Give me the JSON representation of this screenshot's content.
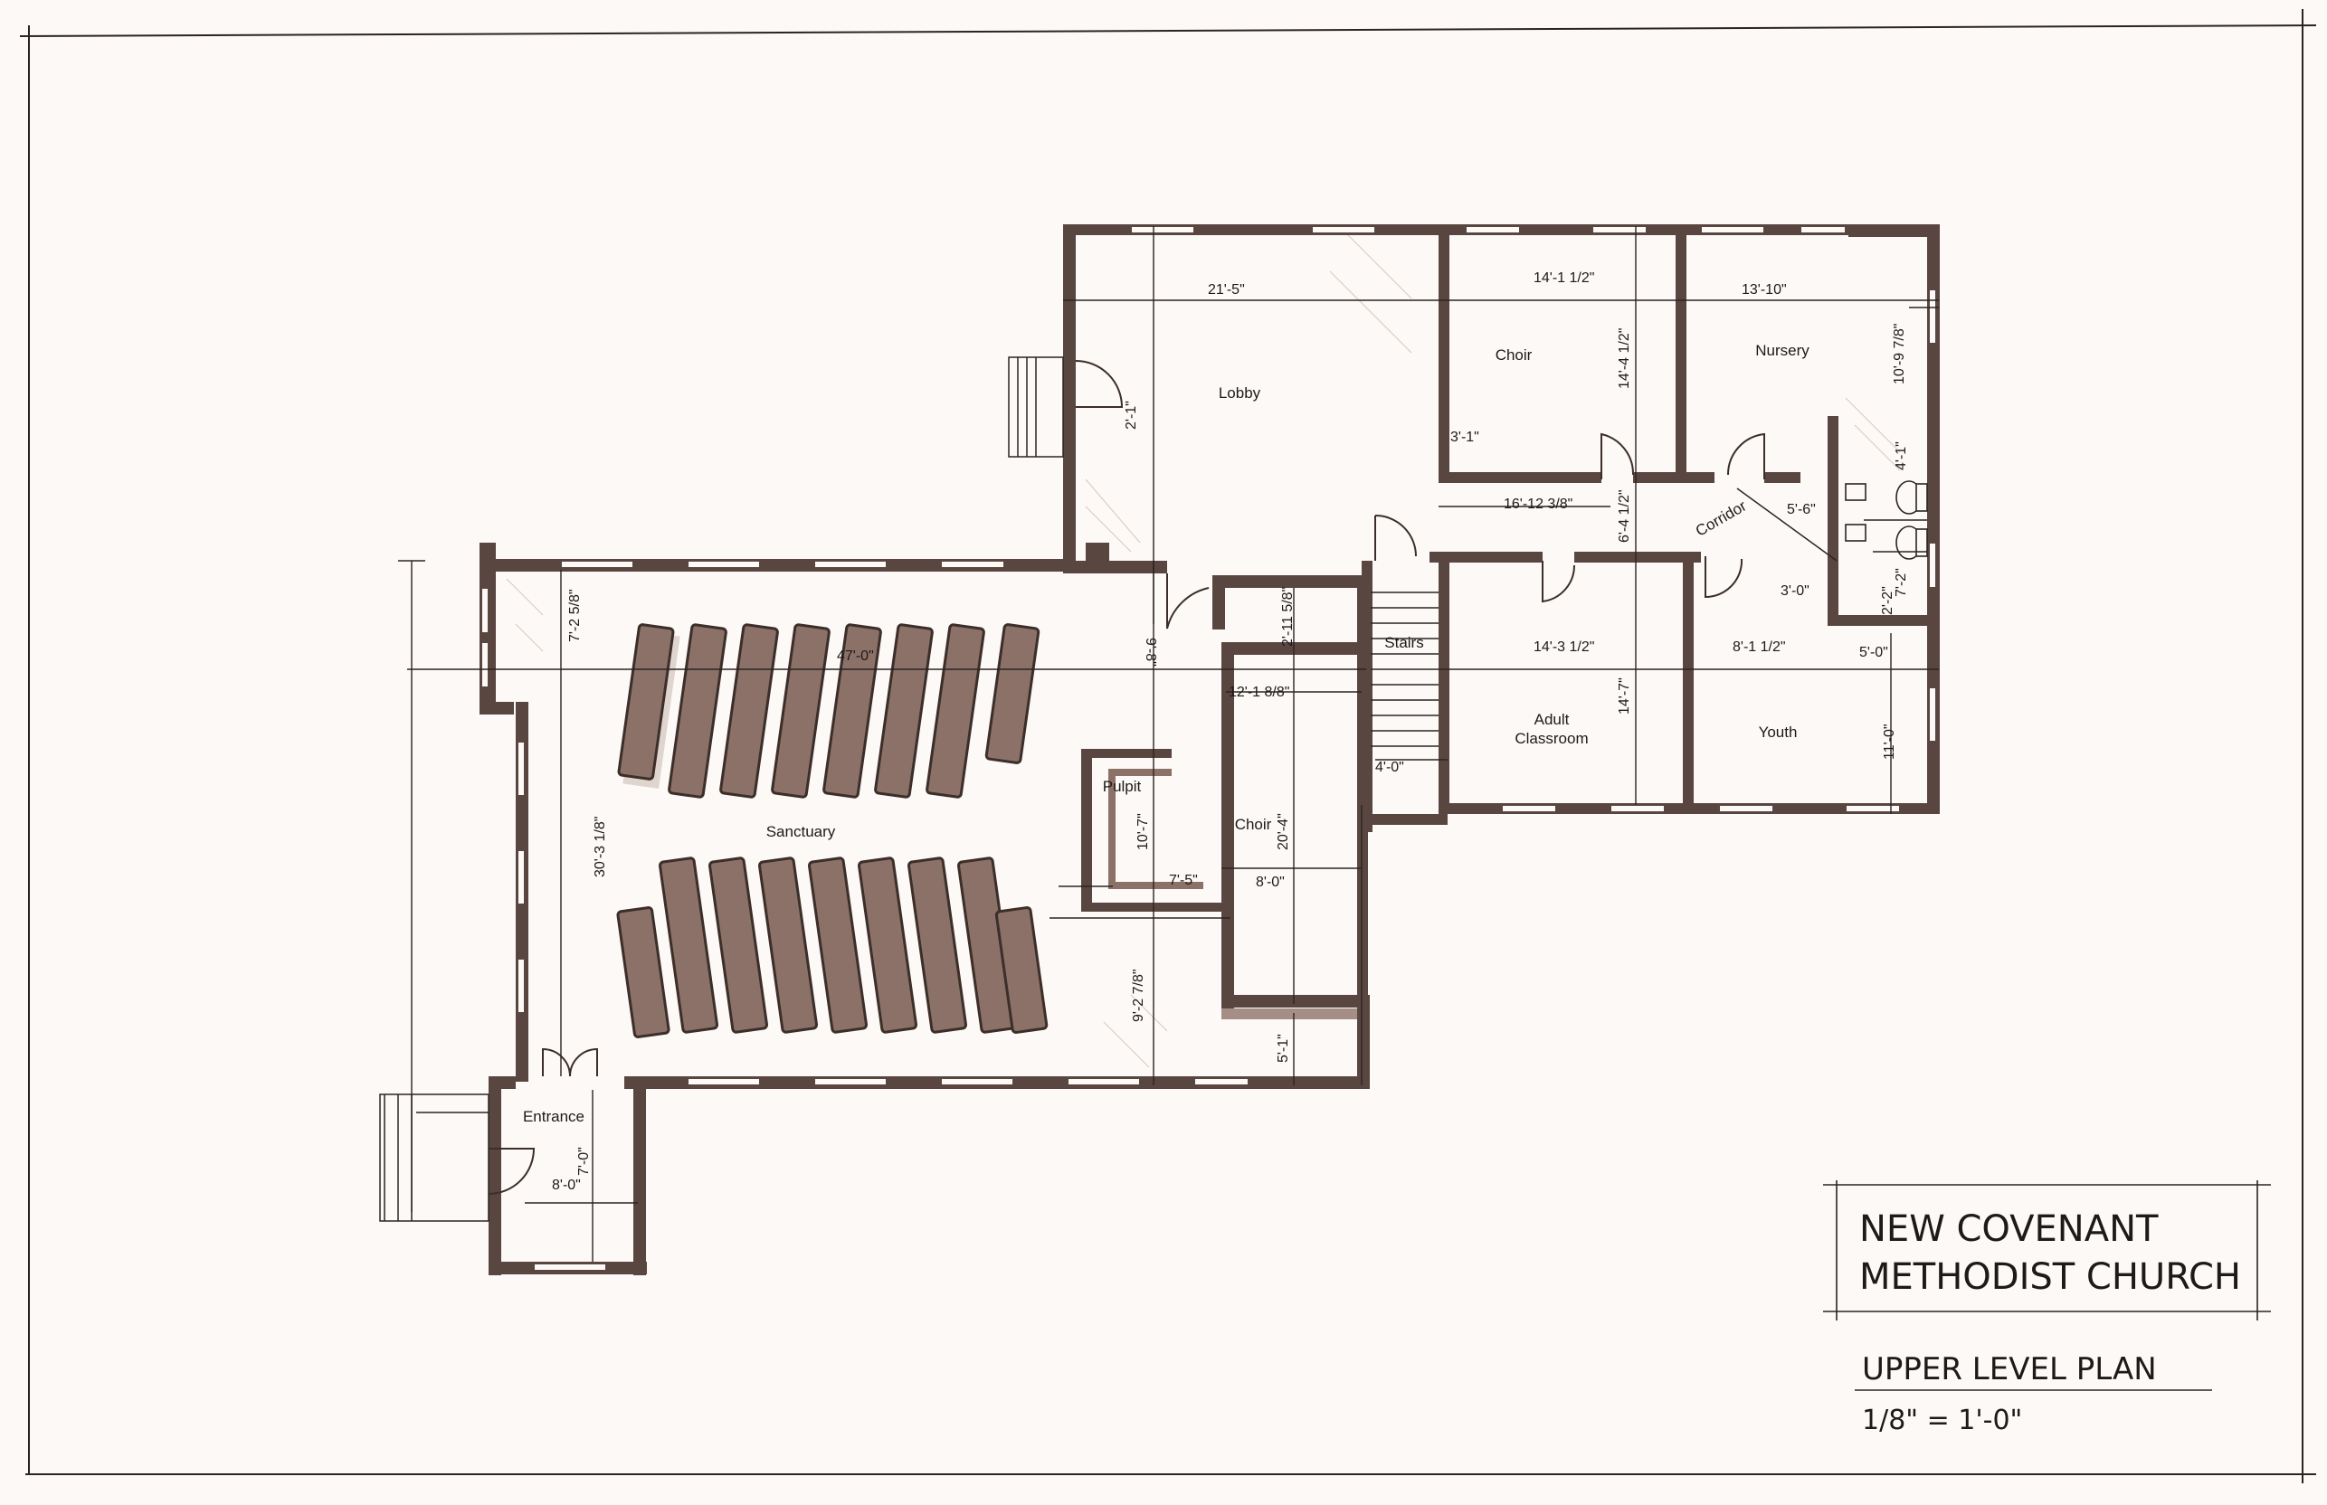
{
  "title_block": {
    "church_line1": "NEW COVENANT",
    "church_line2": "METHODIST CHURCH",
    "plan_name": "UPPER LEVEL PLAN",
    "scale": "1/8\" = 1'-0\""
  },
  "rooms": {
    "lobby": "Lobby",
    "choir_upper": "Choir",
    "nursery": "Nursery",
    "corridor": "Corridor",
    "stairs": "Stairs",
    "adult_line1": "Adult",
    "adult_line2": "Classroom",
    "youth": "Youth",
    "sanctuary": "Sanctuary",
    "pulpit": "Pulpit",
    "choir_lower": "Choir",
    "entrance": "Entrance"
  },
  "dimensions": {
    "lobby_width": "21'-5\"",
    "choir_width": "14'-1 1/2\"",
    "nursery_width": "13'-10\"",
    "choir_depth": "14'-4 1/2\"",
    "nursery_depth": "10'-9 7/8\"",
    "lobby_door": "2'-1\"",
    "closet": "3'-1\"",
    "corridor_len": "16'-12 3/8\"",
    "corridor_w": "6'-4 1/2\"",
    "restroom_w": "5'-6\"",
    "restroom_depth": "4'-1\"",
    "restroom_depth2": "7'-2\"",
    "restroom_small": "2'-2\"",
    "restroom_diag": "3'-0\"",
    "adult_width": "14'-3 1/2\"",
    "youth_width": "8'-1 1/2\"",
    "youth_width2": "5'-0\"",
    "adult_depth": "14'-7\"",
    "youth_depth": "11'-0\"",
    "stair_landing": "4'-0\"",
    "sanct_top": "7'-2 5/8\"",
    "sanct_width": "47'-0\"",
    "sanct_depth": "30'-3 1/8\"",
    "sanct_center": "9'-8\"",
    "sanct_lower": "9'-2 7/8\"",
    "choir_small": "2'-11 5/8\"",
    "choir_len": "12'-1 8/8\"",
    "choir_depth_lower": "20'-4\"",
    "choir_width_lower": "8'-0\"",
    "pulpit_depth": "10'-7\"",
    "pulpit_w": "7'-5\"",
    "choir_bottom": "5'-1\"",
    "entrance_w": "8'-0\"",
    "entrance_d": "7'-0\""
  }
}
